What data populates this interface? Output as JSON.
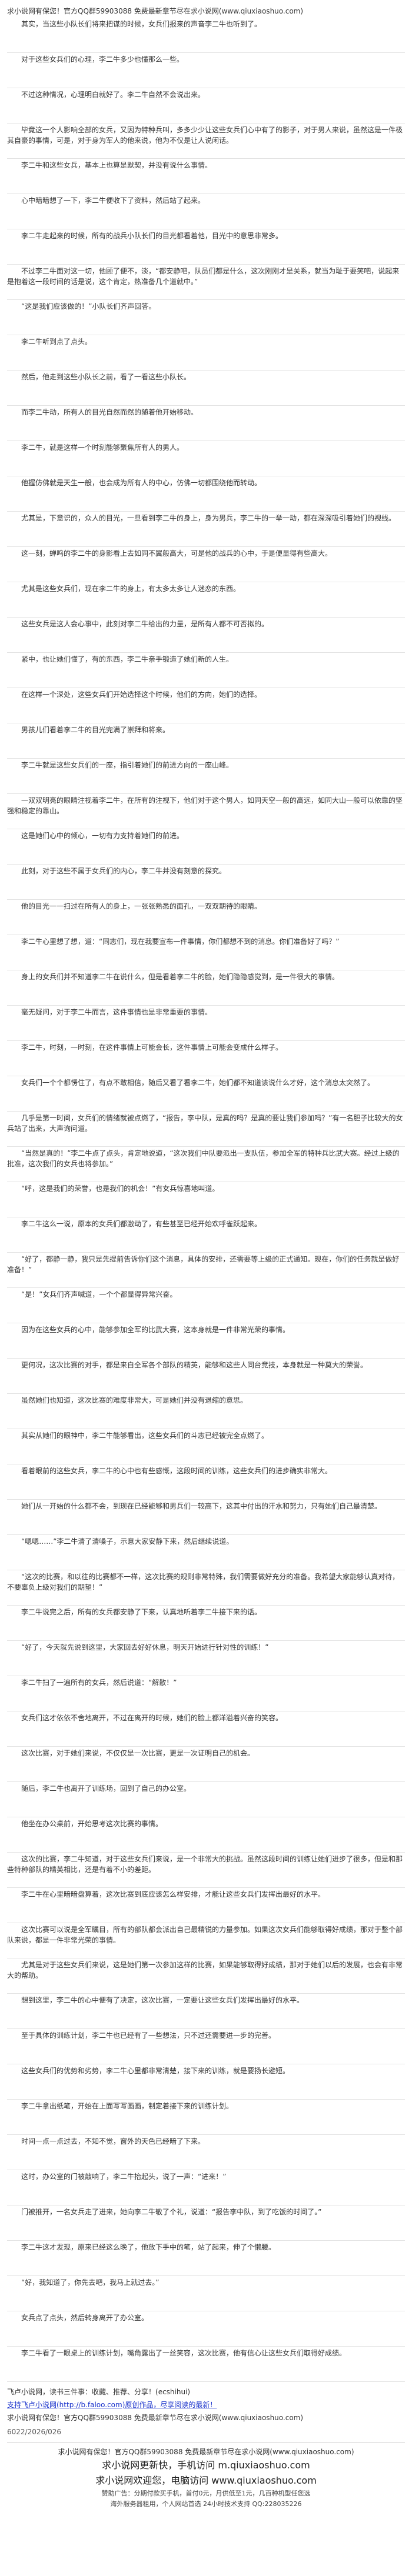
{
  "header": {
    "notice": "求小说网有保您！官方QQ群59903088 免费最新章节尽在求小说网(www.qiuxiaoshuo.com)"
  },
  "paragraphs": [
    "其实，当这些小队长们将来把谋的时候，女兵们报来的声音李二牛也听到了。",
    "对于这些女兵们的心理，李二牛多少也懂那么一些。",
    "不过这种情况，心理明白就好了。李二牛自然不会说出来。",
    "毕竟这一个人影响全部的女兵，又因为特种兵叫，多多少少让这些女兵们心中有了的影子，对于男人来说，虽然这是一件极其自豪的事情，可是，对于身为军人的他来说，他为不仅是让人说闲话。",
    "李二牛和这些女兵，基本上也算是默契，并没有说什么事情。",
    "心中暗暗想了一下，李二牛便收下了资料，然后站了起来。",
    "李二牛走起来的时候，所有的战兵小队长们的目光都看着他，目光中的意思非常多。",
    "不过李二牛面对这一切，他顾了便不，淡，“都安静吧，队员们都是什么，这次刚刚才是关系，就当为耻于要笑吧，说起来是抱着这一段时间的话是说，这个肯定，热准备几个道就中。”",
    "“这是我们应该做的！”小队长们齐声回答。",
    "李二牛听到点了点头。",
    "然后，他走到这些小队长之前，看了一看这些小队长。",
    "而李二牛动，所有人的目光自然而然的随着他开始移动。",
    "李二牛，就是这样一个时刻能够聚焦所有人的男人。",
    "他握仿佛就是天生一般，也会成为所有人的中心，仿佛一切都围绕他而转动。",
    "尤其是，下意识的，众人的目光，一旦看到李二牛的身上，身为男兵，李二牛的一举一动，都在深深吸引着她们的视线。",
    "这一刻，蝉鸣的李二牛的身影看上去如同不翼般高大，可是他的战兵的心中，于是便显得有些高大。",
    "尤其是这些女兵们，现在李二牛的身上，有太多太多让人迷恋的东西。",
    "这些女兵是这人会心事中，此刻对李二牛给出的力量，是所有人都不可否拟的。",
    "紧中，也让她们懂了，有的东西，李二牛亲手锻造了她们新的人生。",
    "在这样一个深处，这些女兵们开始选择这个时候，他们的方向，她们的选择。",
    "男孩儿们看着李二牛的目光完满了崇拜和将来。",
    "李二牛就是这些女兵们的一座，指引着她们的前进方向的一座山峰。",
    "一双双明亮的眼睛注视着李二牛，在所有的注视下，他们对于这个男人，如同天空一般的高远，如同大山一般可以依靠的坚强和稳定的靠山。",
    "这是她们心中的倾心，一切有力支持着她们的前进。",
    "此刻，对于这些不属于女兵们的内心，李二牛并没有刻意的探究。",
    "他的目光一一扫过在所有人的身上，一张张熟悉的面孔，一双双期待的眼睛。",
    "李二牛心里想了想，道：“同志们，现在我要宣布一件事情，你们都想不到的消息。你们准备好了吗？”",
    "身上的女兵们并不知道李二牛在说什么，但是看着李二牛的脸，她们隐隐感觉到，是一件很大的事情。",
    "毫无疑问，对于李二牛而言，这件事情也是非常重要的事情。",
    "李二牛，时刻，一时刻，在这件事情上可能会长，这件事情上可能会变成什么样子。",
    "女兵们一个个都愣住了，有点不敢相信，随后又看了看李二牛，她们都不知道该说什么才好，这个消息太突然了。",
    "几乎是第一时间，女兵们的情绪就被点燃了，“报告，李中队，是真的吗？是真的要让我们参加吗？”有一名胆子比较大的女兵站了出来，大声询问道。",
    "“当然是真的！”李二牛点了点头，肯定地说道，“这次我们中队要派出一支队伍，参加全军的特种兵比武大赛。经过上级的批准，这次我们的女兵也将参加。”",
    "“呼，这是我们的荣誉，也是我们的机会！”有女兵惊喜地叫道。",
    "李二牛这么一说，原本的女兵们都激动了，有些甚至已经开始欢呼雀跃起来。",
    "“好了，都静一静，我只是先提前告诉你们这个消息，具体的安排，还需要等上级的正式通知。现在，你们的任务就是做好准备！”",
    "“是！”女兵们齐声喊道，一个个都显得异常兴奋。",
    "因为在这些女兵的心中，能够参加全军的比武大赛，这本身就是一件非常光荣的事情。",
    "更何况，这次比赛的对手，都是来自全军各个部队的精英，能够和这些人同台竞技，本身就是一种莫大的荣誉。",
    "虽然她们也知道，这次比赛的难度非常大，可是她们并没有退缩的意思。",
    "其实从她们的眼神中，李二牛能够看出，这些女兵们的斗志已经被完全点燃了。",
    "看着眼前的这些女兵，李二牛的心中也有些感慨，这段时间的训练，这些女兵们的进步确实非常大。",
    "她们从一开始的什么都不会，到现在已经能够和男兵们一较高下，这其中付出的汗水和努力，只有她们自己最清楚。",
    "“嗯嗯……”李二牛清了清嗓子，示意大家安静下来，然后继续说道。",
    "“这次的比赛，和以往的比赛都不一样，这次比赛的规则非常特殊，我们需要做好充分的准备。我希望大家能够认真对待，不要辜负上级对我们的期望！”",
    "李二牛说完之后，所有的女兵都安静了下来，认真地听着李二牛接下来的话。",
    "“好了，今天就先说到这里，大家回去好好休息，明天开始进行针对性的训练！”",
    "李二牛扫了一遍所有的女兵，然后说道：“解散！”",
    "女兵们这才依依不舍地离开，不过在离开的时候，她们的脸上都洋溢着兴奋的笑容。",
    "这次比赛，对于她们来说，不仅仅是一次比赛，更是一次证明自己的机会。",
    "随后，李二牛也离开了训练场，回到了自己的办公室。",
    "他坐在办公桌前，开始思考这次比赛的事情。",
    "这次的比赛，李二牛知道，对于这些女兵们来说，是一个非常大的挑战。虽然这段时间的训练让她们进步了很多，但是和那些特种部队的精英相比，还是有着不小的差距。",
    "李二牛在心里暗暗盘算着，这次比赛到底应该怎么样安排，才能让这些女兵们发挥出最好的水平。",
    "这次比赛可以说是全军瞩目，所有的部队都会派出自己最精锐的力量参加。如果这次女兵们能够取得好成绩，那对于整个部队来说，都是一件非常光荣的事情。",
    "尤其是对于这些女兵们来说，这是她们第一次参加这样的比赛，如果能够取得好成绩，那对于她们以后的发展，也会有非常大的帮助。",
    "想到这里，李二牛的心中便有了决定，这次比赛，一定要让这些女兵们发挥出最好的水平。",
    "至于具体的训练计划，李二牛也已经有了一些想法，只不过还需要进一步的完善。",
    "这些女兵们的优势和劣势，李二牛心里都非常清楚，接下来的训练，就是要扬长避短。",
    "李二牛拿出纸笔，开始在上面写写画画，制定着接下来的训练计划。",
    "时间一点一点过去，不知不觉，窗外的天色已经暗了下来。",
    "这时，办公室的门被敲响了，李二牛抬起头，说了一声：“进来！”",
    "门被推开，一名女兵走了进来，她向李二牛敬了个礼，说道：“报告李中队，到了吃饭的时间了。”",
    "李二牛这才发现，原来已经这么晚了，他放下手中的笔，站了起来，伸了个懒腰。",
    "“好，我知道了，你先去吧，我马上就过去。”",
    "女兵点了点头，然后转身离开了办公室。",
    "李二牛看了一眼桌上的训练计划，嘴角露出了一丝笑容，这次比赛，他有信心让这些女兵们取得好成绩。"
  ],
  "footer": {
    "ad_lead": "飞卢小说网，读书三件事：收藏、推荐、分享！",
    "ad_tail": "(ecshihui)",
    "site_text": "支持飞卢小说网(http://b.faloo.com)原创作品，尽享阅读的最新！",
    "notice": "求小说网有保您！官方QQ群59903088 免费最新章节尽在求小说网(www.qiuxiaoshuo.com)",
    "page_number": "6022/2026/026"
  },
  "bottom": {
    "line1": "求小说网有保您！官方QQ群59903088 免费最新章节尽在求小说网(www.qiuxiaoshuo.com)",
    "line2": "求小说网更新快，手机访问 m.qiuxiaoshuo.com",
    "line3": "求小说网欢迎您，电脑访问 www.qiuxiaoshuo.com",
    "line4": "赞助广告：分期付款买手机，首付0元，月供低至1元，几百种机型任您选",
    "line5": "海外服务器租用，个人网站首选 24小时技术支持 QQ:228035226"
  }
}
